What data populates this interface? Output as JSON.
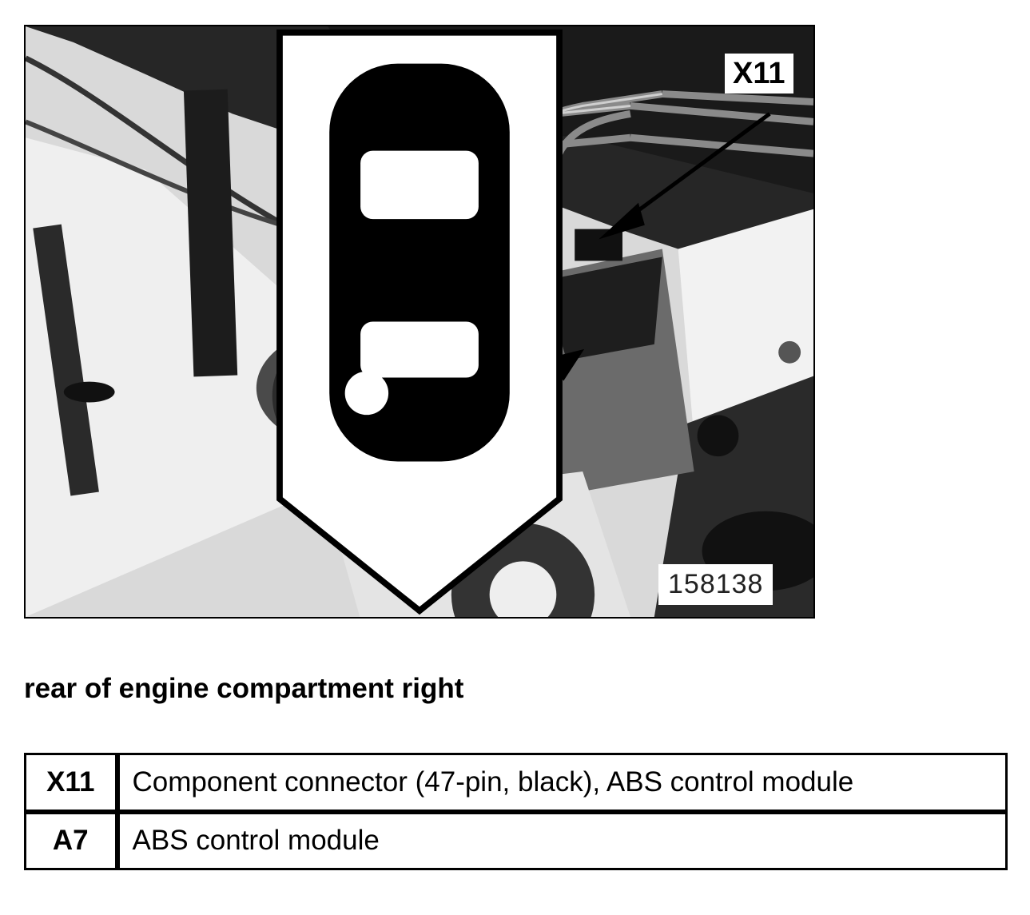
{
  "figure": {
    "callouts": {
      "x11": "X11",
      "a7": "A7"
    },
    "figure_number": "158138",
    "icon": "car-location-icon",
    "colors": {
      "photo_dark": "#1e1e1e",
      "photo_mid": "#7a7a7a",
      "photo_light": "#e6e6e6"
    }
  },
  "caption": "rear of engine compartment right",
  "legend": {
    "rows": [
      {
        "code": "X11",
        "description": "Component connector (47-pin, black), ABS control module"
      },
      {
        "code": "A7",
        "description": "ABS control module"
      }
    ]
  }
}
